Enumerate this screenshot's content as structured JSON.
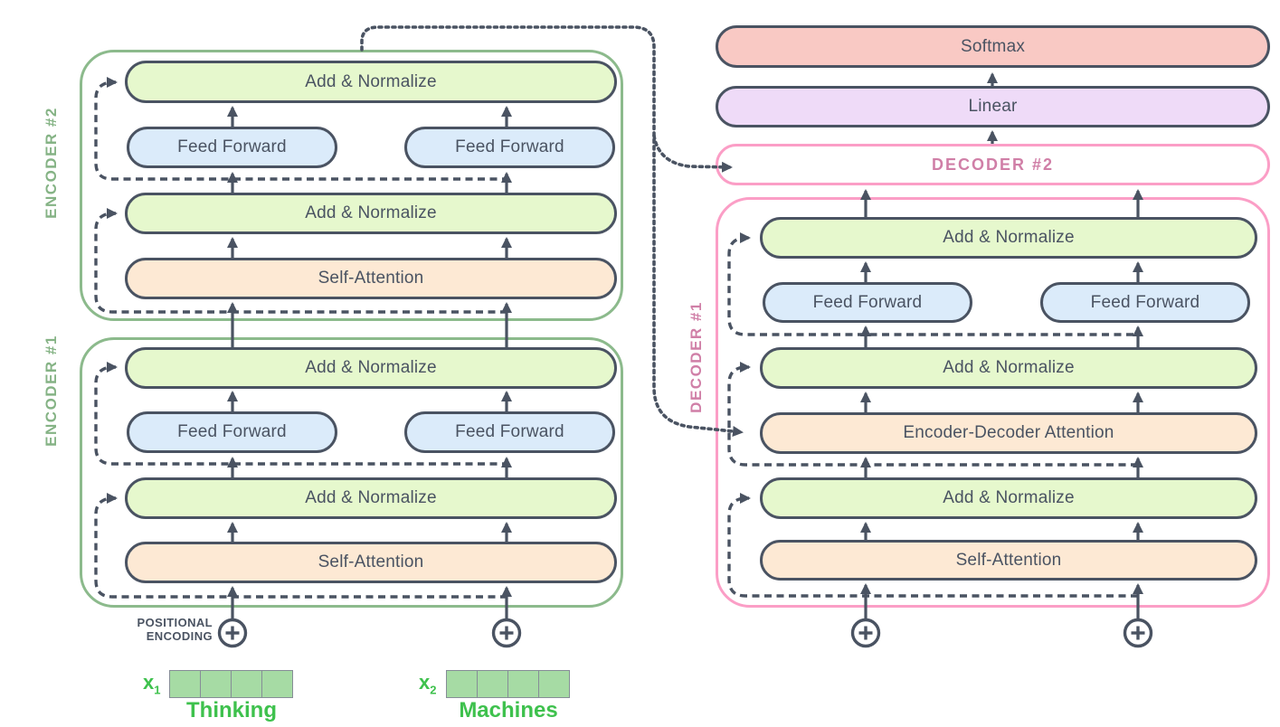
{
  "palette": {
    "dark_stroke": "#4A5362",
    "encoder_green": "#8CBA8C",
    "decoder_pink": "#FB9EC6",
    "pink_text": "#D07FA7",
    "token_green": "#3EC14D",
    "add_normalize_fill": "#E6F8CD",
    "feed_forward_fill": "#DBEBFA",
    "attention_fill": "#FDE9D4",
    "softmax_fill": "#F9C9C4",
    "linear_fill": "#EFDBF8",
    "embedding_cell_fill": "#A6DBA4"
  },
  "output_stack": {
    "softmax": "Softmax",
    "linear": "Linear"
  },
  "decoder2": {
    "label": "DECODER #2"
  },
  "decoder1": {
    "label": "DECODER #1",
    "add_normalize": "Add & Normalize",
    "feed_forward": "Feed Forward",
    "encoder_decoder_attention": "Encoder-Decoder Attention",
    "self_attention": "Self-Attention"
  },
  "encoder2": {
    "label": "ENCODER #2"
  },
  "encoder1": {
    "label": "ENCODER #1"
  },
  "blocks": {
    "add_normalize": "Add & Normalize",
    "feed_forward": "Feed Forward",
    "self_attention": "Self-Attention"
  },
  "inputs": {
    "positional_encoding_line1": "POSITIONAL",
    "positional_encoding_line2": "ENCODING",
    "tokens": [
      {
        "symbol": "x",
        "subscript": "1",
        "word": "Thinking",
        "cells": 4
      },
      {
        "symbol": "x",
        "subscript": "2",
        "word": "Machines",
        "cells": 4
      }
    ]
  }
}
